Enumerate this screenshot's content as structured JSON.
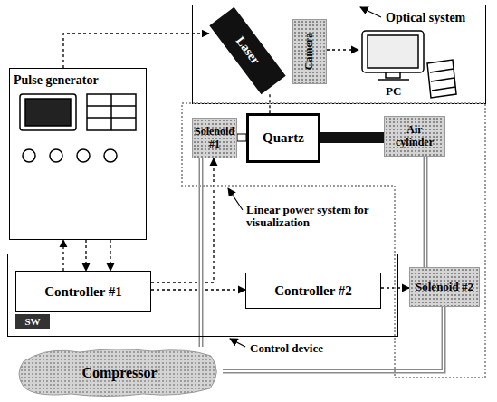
{
  "diagram": {
    "nodes": [
      {
        "text": [
          "Optical system"
        ]
      },
      {
        "text": [
          "Laser"
        ],
        "in": 0
      },
      {
        "text": [
          "Camera"
        ],
        "in": 0
      },
      {
        "text": [
          "PC"
        ],
        "in": 0
      },
      {
        "text": [
          "Pulse generator"
        ]
      },
      {
        "text": [
          "Linear power system for visualization"
        ]
      },
      {
        "text": [
          "Solenoid #1"
        ],
        "in": 5
      },
      {
        "text": [
          "Quartz"
        ],
        "in": 5
      },
      {
        "text": [
          "Air cylinder"
        ],
        "in": 5
      },
      {
        "text": [
          "Solenoid #2"
        ],
        "in": 5
      },
      {
        "text": [
          "Control device"
        ]
      },
      {
        "text": [
          "Controller #1"
        ],
        "in": 10
      },
      {
        "text": [
          "SW"
        ],
        "in": 10
      },
      {
        "text": [
          "Controller #2"
        ],
        "in": 10
      },
      {
        "text": [
          "Compressor"
        ]
      }
    ],
    "edges": [
      {
        "from": 4,
        "to": 1,
        "arrow": "to"
      },
      {
        "from": 1,
        "to": 7,
        "arrow": "none"
      },
      {
        "from": 2,
        "to": 3,
        "arrow": "to"
      },
      {
        "from": 11,
        "to": 4,
        "arrow": "to"
      },
      {
        "from": 4,
        "to": 11,
        "arrow": "to"
      },
      {
        "from": 4,
        "to": 11,
        "arrow": "to"
      },
      {
        "from": 11,
        "to": 6,
        "arrow": "to"
      },
      {
        "from": 11,
        "to": 13,
        "arrow": "to"
      },
      {
        "from": 13,
        "to": 9,
        "arrow": "to"
      },
      {
        "from": 14,
        "to": 6,
        "arrow": "none"
      },
      {
        "from": 14,
        "to": 9,
        "arrow": "none"
      },
      {
        "from": 9,
        "to": 8,
        "arrow": "none"
      }
    ]
  }
}
